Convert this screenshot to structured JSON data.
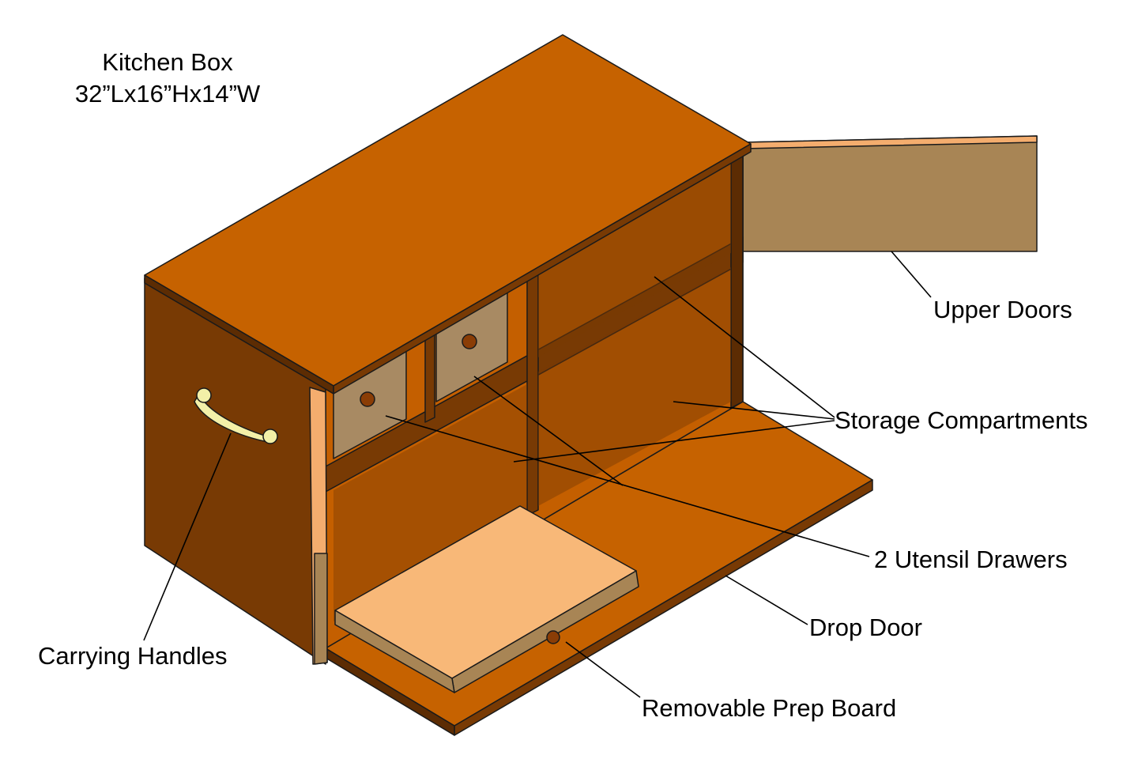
{
  "diagram": {
    "title": "Kitchen Box",
    "dimensions": "32”Lx16”Hx14”W",
    "labels": {
      "upper_doors": "Upper Doors",
      "storage_compartments": "Storage Compartments",
      "utensil_drawers": "2 Utensil Drawers",
      "drop_door": "Drop Door",
      "carrying_handles": "Carrying Handles",
      "prep_board": "Removable Prep Board"
    }
  },
  "colors": {
    "wood_top": "#c66200",
    "wood_side": "#783a04",
    "wood_interior": "#c45f00",
    "wood_dark": "#5c2c03",
    "door_panel": "#a88555",
    "door_edge": "#f4ad6e",
    "drawer_face": "#a88a63",
    "prep_board": "#f8b878",
    "handle": "#f3f0a8",
    "knob": "#8a3d06"
  }
}
